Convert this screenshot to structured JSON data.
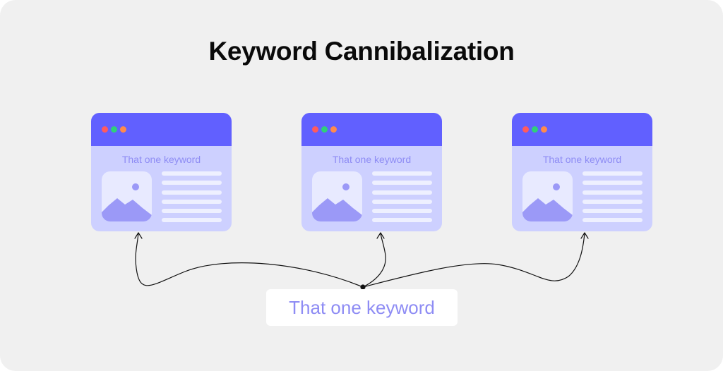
{
  "title": "Keyword Cannibalization",
  "colors": {
    "background": "#f0f0f0",
    "card_body": "#cdd0ff",
    "card_header": "#6160ff",
    "dot_red": "#ff5a5f",
    "dot_green": "#2fd07a",
    "dot_orange": "#ff8a4c",
    "keyword_text": "#8e8cf4",
    "image_bg": "#e8eaff",
    "mountain": "#9b99f7",
    "text_line": "#eef0ff"
  },
  "pages": [
    {
      "keyword": "That one keyword",
      "icon": "image-placeholder-icon"
    },
    {
      "keyword": "That one keyword",
      "icon": "image-placeholder-icon"
    },
    {
      "keyword": "That one keyword",
      "icon": "image-placeholder-icon"
    }
  ],
  "source_keyword": "That one keyword"
}
